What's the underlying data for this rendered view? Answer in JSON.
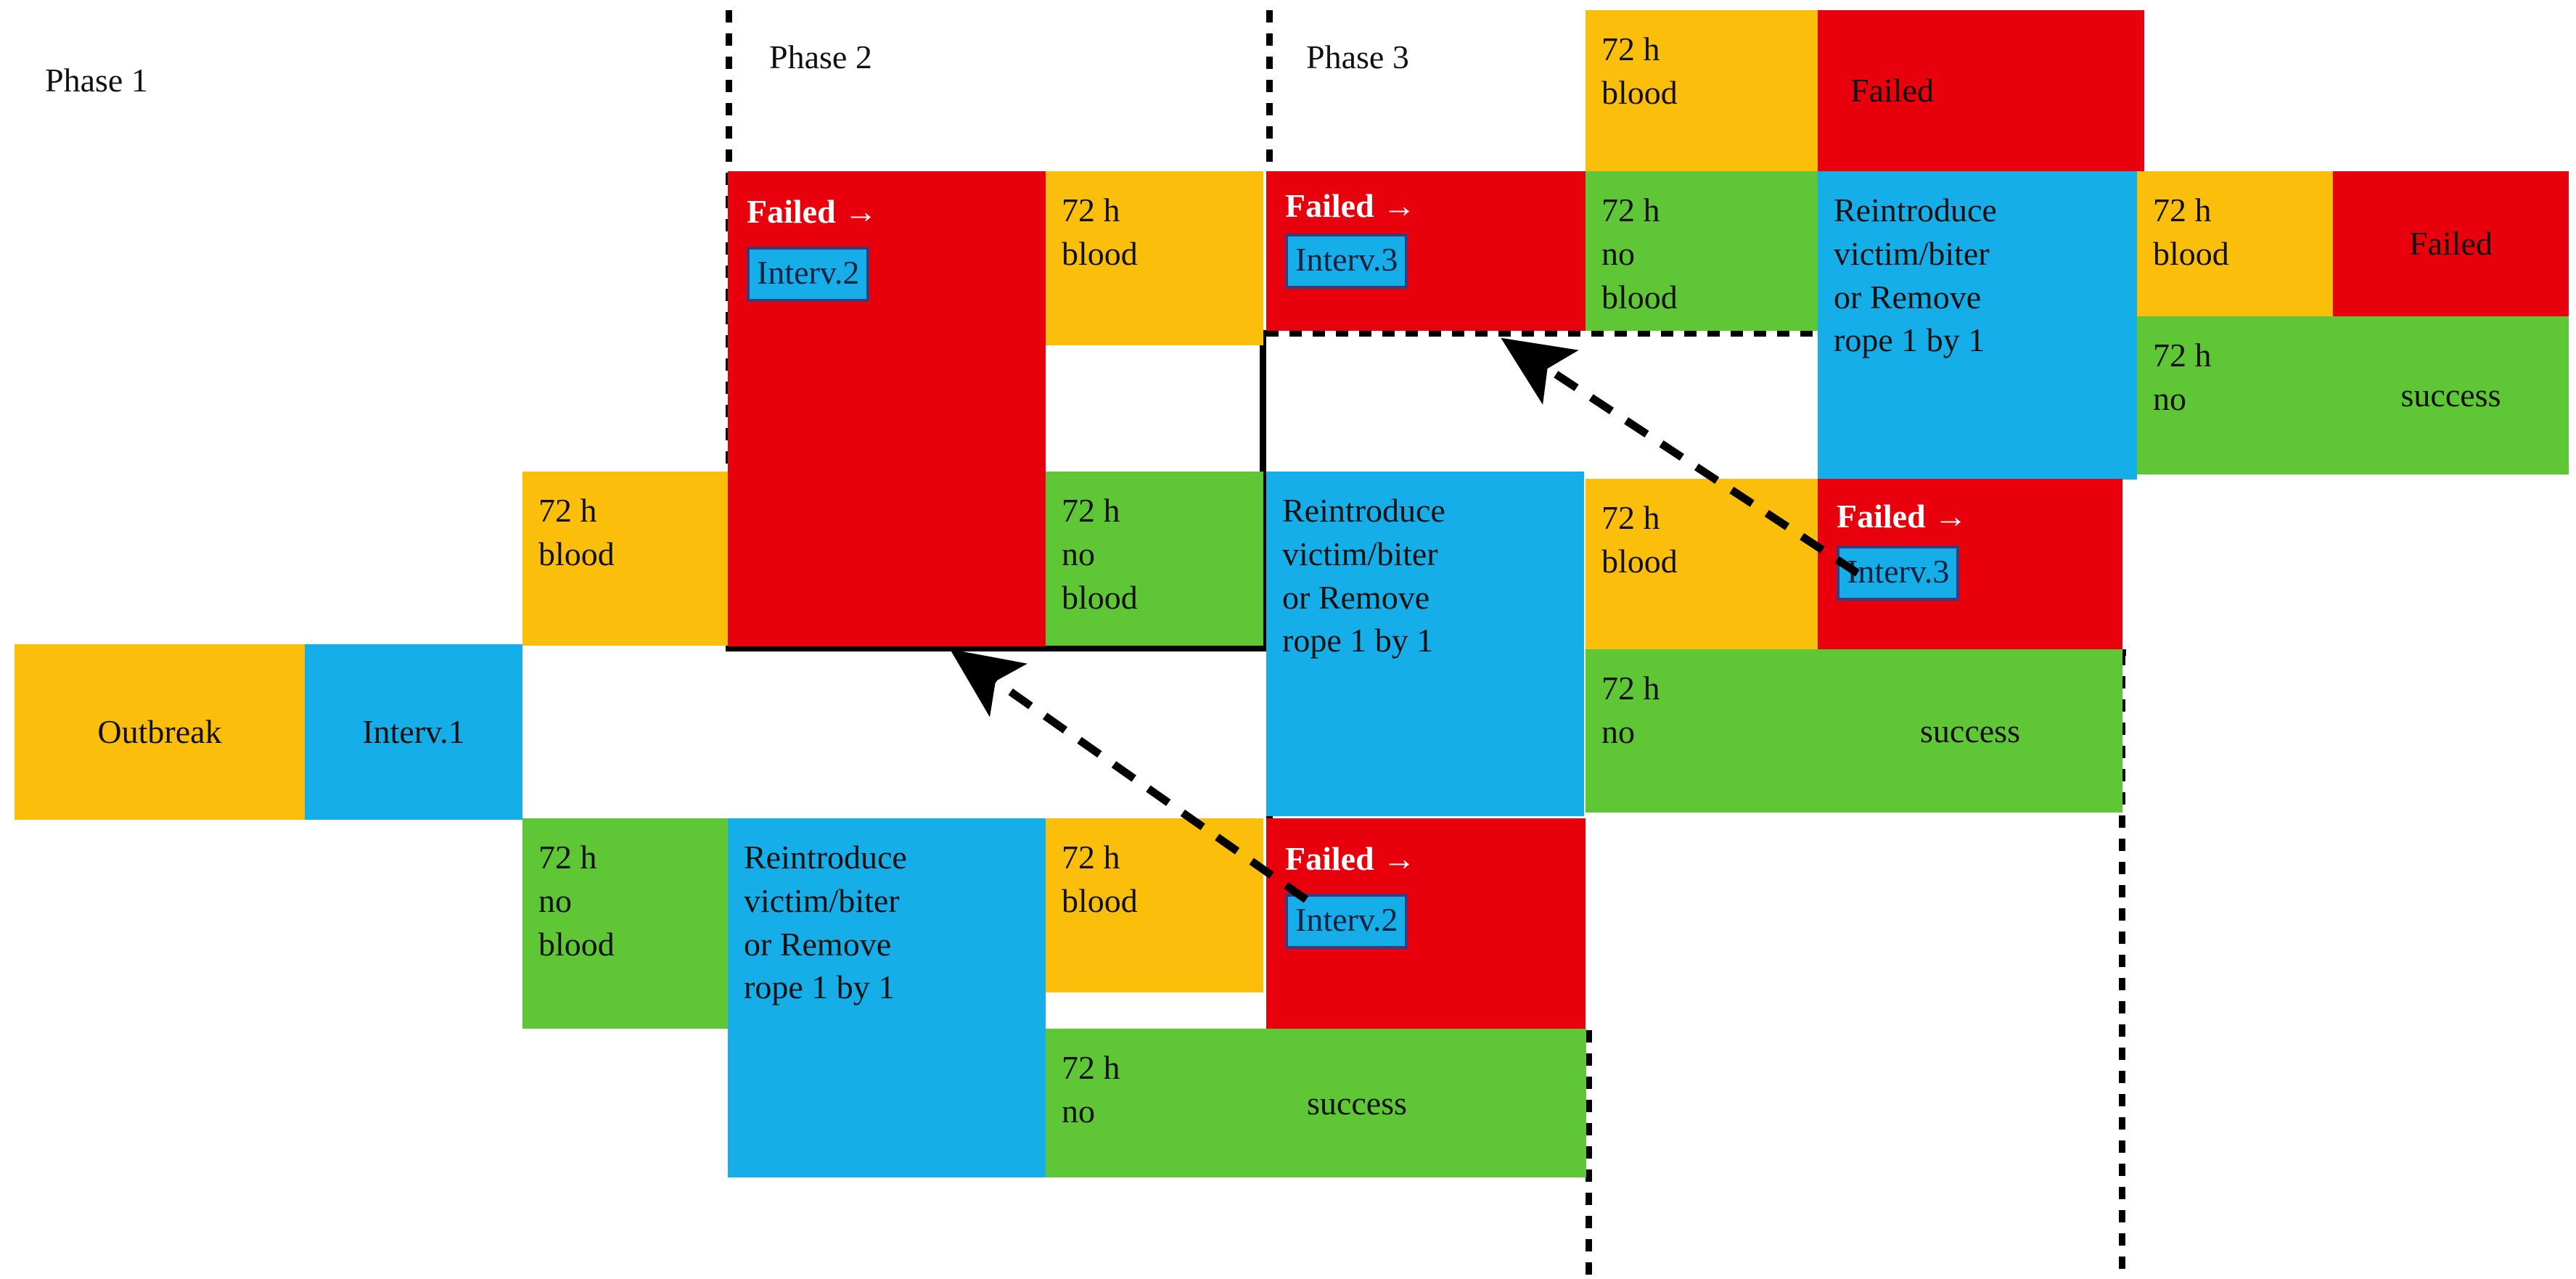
{
  "meta": {
    "title": "Outbreak intervention phased decision flowchart",
    "colors": {
      "yellow": "#FBBE0B",
      "red": "#E8000D",
      "green": "#5FC636",
      "blue": "#16AEE8",
      "outline": "#000000"
    }
  },
  "phases": [
    {
      "id": "phase1",
      "label": "Phase 1"
    },
    {
      "id": "phase2",
      "label": "Phase 2"
    },
    {
      "id": "phase3",
      "label": "Phase 3"
    }
  ],
  "nodes": {
    "outbreak": "Outbreak",
    "interv1": "Interv.1",
    "blood_72h": "72 h\nblood",
    "blood_72h_a": "72 h",
    "blood_72h_b": "blood",
    "no_blood_72h_two": "72 h no\nblood",
    "no_blood_72h_three_a": "72 h",
    "no_blood_72h_three_b": "no",
    "no_blood_72h_three_c": "blood",
    "reintroduce": "Reintroduce\nvictim/biter\nor Remove\nrope 1 by 1",
    "reintroduce_l1": "Reintroduce",
    "reintroduce_l2": "victim/biter",
    "reintroduce_l3": "or Remove",
    "reintroduce_l4": "rope 1 by 1",
    "failed_arrow": "Failed →",
    "failed": "Failed",
    "success": "success",
    "interv2": "Interv.2",
    "interv3": "Interv.3"
  },
  "blocks": [
    {
      "name": "outbreak-block",
      "text": "Outbreak",
      "color": "yellow"
    },
    {
      "name": "interv1-block",
      "text": "Interv.1",
      "color": "blue"
    },
    {
      "name": "p1-blood-top",
      "text": "72 h blood",
      "color": "yellow"
    },
    {
      "name": "p1-noblood-bottom",
      "text": "72 h no blood",
      "color": "green"
    },
    {
      "name": "p1-reintroduce",
      "text": "Reintroduce victim/biter or Remove rope 1 by 1",
      "color": "blue"
    },
    {
      "name": "p2-failed-interv2-top",
      "text": "Failed → Interv.2",
      "color": "red"
    },
    {
      "name": "p2-blood",
      "text": "72 h blood",
      "color": "yellow"
    },
    {
      "name": "p2-noblood",
      "text": "72 h no blood",
      "color": "green"
    },
    {
      "name": "p2-blood-bottom",
      "text": "72 h blood",
      "color": "yellow"
    },
    {
      "name": "p2-failed-interv2-bottom",
      "text": "Failed → Interv.2",
      "color": "red"
    },
    {
      "name": "p2-noblood-success",
      "text": "72 h no blood success",
      "color": "green"
    },
    {
      "name": "p2-reintroduce",
      "text": "Reintroduce victim/biter or Remove rope 1 by 1",
      "color": "blue"
    },
    {
      "name": "p3-failed-interv3-top",
      "text": "Failed → Interv.3",
      "color": "red"
    },
    {
      "name": "p3-blood-top",
      "text": "72 h blood",
      "color": "yellow"
    },
    {
      "name": "p3-failed-top",
      "text": "Failed",
      "color": "red"
    },
    {
      "name": "p3-noblood",
      "text": "72 h no blood",
      "color": "green"
    },
    {
      "name": "p3-reintroduce",
      "text": "Reintroduce victim/biter or Remove rope 1 by 1",
      "color": "blue"
    },
    {
      "name": "p3-blood-right",
      "text": "72 h blood",
      "color": "yellow"
    },
    {
      "name": "p3-failed-right",
      "text": "Failed",
      "color": "red"
    },
    {
      "name": "p3-noblood-success",
      "text": "72 h no blood success",
      "color": "green"
    },
    {
      "name": "p3-failed-interv3-mid",
      "text": "Failed → Interv.3",
      "color": "red"
    },
    {
      "name": "p3-blood-mid",
      "text": "72 h blood",
      "color": "yellow"
    },
    {
      "name": "p3-noblood-success-mid",
      "text": "72 h no blood success",
      "color": "green"
    }
  ],
  "arrows": [
    {
      "name": "feedback-arrow-phase2",
      "from": "Failed → Interv.2 (bottom)",
      "to": "Phase 2 block (upper-left)",
      "style": "dashed"
    },
    {
      "name": "feedback-arrow-phase3",
      "from": "Failed → Interv.3 (mid)",
      "to": "Phase 3 block (upper-left)",
      "style": "dashed"
    }
  ]
}
